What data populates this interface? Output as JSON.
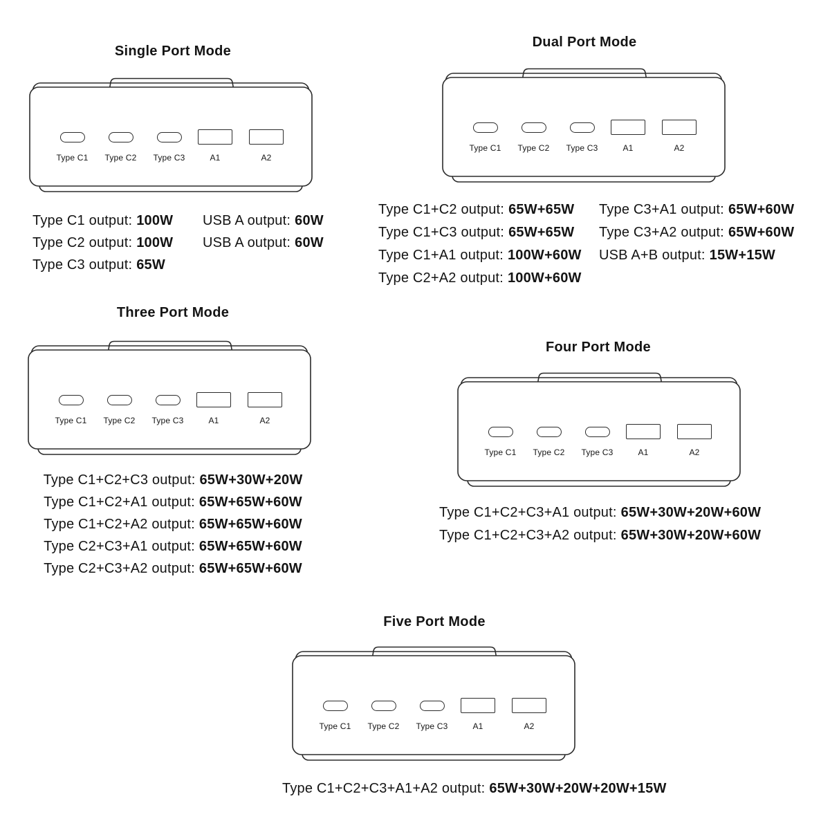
{
  "page": {
    "background_color": "#ffffff",
    "text_color": "#141414",
    "line_color": "#2b2b2b"
  },
  "device": {
    "port_labels": [
      "Type C1",
      "Type C2",
      "Type C3",
      "A1",
      "A2"
    ]
  },
  "sections": {
    "single": {
      "title": "Single Port Mode",
      "outputs_left": [
        {
          "label": "Type C1 output:",
          "value": "100W"
        },
        {
          "label": "Type C2 output:",
          "value": "100W"
        },
        {
          "label": "Type C3 output:",
          "value": "65W"
        }
      ],
      "outputs_right": [
        {
          "label": "USB A output:",
          "value": "60W"
        },
        {
          "label": "USB A output:",
          "value": "60W"
        }
      ]
    },
    "dual": {
      "title": "Dual Port Mode",
      "outputs_left": [
        {
          "label": "Type C1+C2 output:",
          "value": "65W+65W"
        },
        {
          "label": "Type C1+C3 output:",
          "value": "65W+65W"
        },
        {
          "label": "Type C1+A1 output:",
          "value": "100W+60W"
        },
        {
          "label": "Type C2+A2 output:",
          "value": "100W+60W"
        }
      ],
      "outputs_right": [
        {
          "label": "Type C3+A1 output:",
          "value": "65W+60W"
        },
        {
          "label": "Type C3+A2 output:",
          "value": "65W+60W"
        },
        {
          "label": "USB A+B output:",
          "value": "15W+15W"
        }
      ]
    },
    "three": {
      "title": "Three Port Mode",
      "outputs": [
        {
          "label": "Type C1+C2+C3 output:",
          "value": "65W+30W+20W"
        },
        {
          "label": "Type C1+C2+A1 output:",
          "value": "65W+65W+60W"
        },
        {
          "label": "Type C1+C2+A2 output:",
          "value": "65W+65W+60W"
        },
        {
          "label": "Type C2+C3+A1 output:",
          "value": "65W+65W+60W"
        },
        {
          "label": "Type C2+C3+A2 output:",
          "value": "65W+65W+60W"
        }
      ]
    },
    "four": {
      "title": "Four Port Mode",
      "outputs": [
        {
          "label": "Type C1+C2+C3+A1 output:",
          "value": "65W+30W+20W+60W"
        },
        {
          "label": "Type C1+C2+C3+A2 output:",
          "value": "65W+30W+20W+60W"
        }
      ]
    },
    "five": {
      "title": "Five Port Mode",
      "outputs": [
        {
          "label": "Type C1+C2+C3+A1+A2 output:",
          "value": "65W+30W+20W+20W+15W"
        }
      ]
    }
  }
}
